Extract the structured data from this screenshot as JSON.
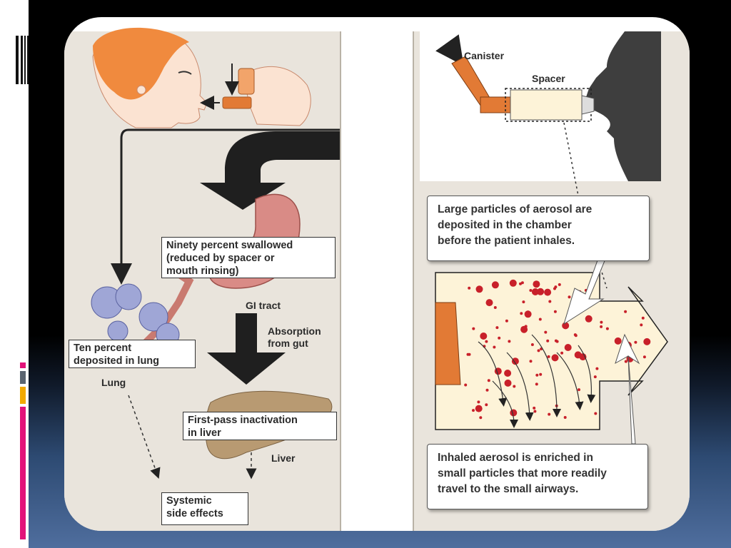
{
  "labels": {
    "canister": "Canister",
    "spacer": "Spacer",
    "gi_tract": "GI tract",
    "absorption": "Absorption\nfrom gut",
    "lung": "Lung",
    "liver": "Liver"
  },
  "boxes": {
    "swallowed": "Ninety percent swallowed\n(reduced by spacer or\nmouth rinsing)",
    "lung_deposit": "Ten percent\ndeposited in lung",
    "first_pass": "First-pass inactivation\nin liver",
    "systemic": "Systemic\nside effects"
  },
  "callouts": {
    "large_particles": "Large particles of aerosol are\ndeposited in the chamber\nbefore the patient inhales.",
    "inhaled": "Inhaled aerosol is enriched in\nsmall particles that more readily\ntravel to the small airways."
  },
  "colors": {
    "panel": "#e9e4dc",
    "particle": "#c8202a",
    "inhaler": "#e27a35",
    "stomach": "#d98b86",
    "liver": "#b89a72"
  }
}
